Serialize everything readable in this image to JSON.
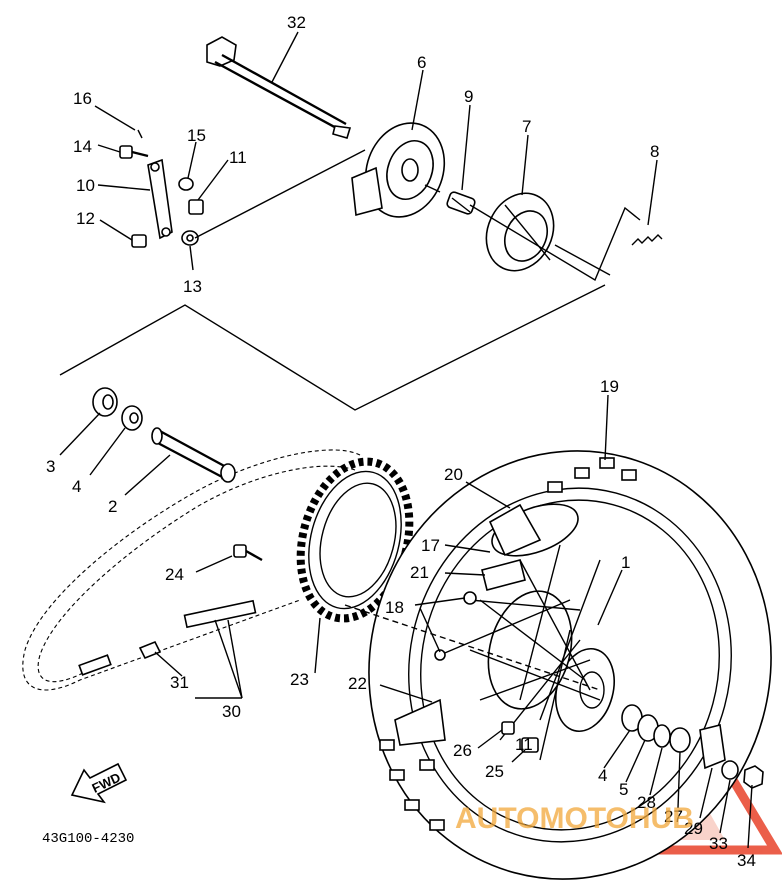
{
  "diagram": {
    "part_numbers": {
      "p1": "1",
      "p2": "2",
      "p3": "3",
      "p4a": "4",
      "p4b": "4",
      "p5": "5",
      "p6": "6",
      "p7": "7",
      "p8": "8",
      "p9": "9",
      "p10": "10",
      "p11a": "11",
      "p11b": "11",
      "p12": "12",
      "p13": "13",
      "p14": "14",
      "p15": "15",
      "p16": "16",
      "p17": "17",
      "p18": "18",
      "p19": "19",
      "p20": "20",
      "p21": "21",
      "p22": "22",
      "p23": "23",
      "p24": "24",
      "p25": "25",
      "p26": "26",
      "p27": "27",
      "p28": "28",
      "p29": "29",
      "p30": "30",
      "p31": "31",
      "p32": "32",
      "p33": "33",
      "p34": "34"
    },
    "diagram_code": "43G100-4230",
    "direction_label": "FWD",
    "watermark": "AUTOMOTOHUB",
    "colors": {
      "line": "#000000",
      "watermark": "#e8432a",
      "watermark_fill": "#f4a08c"
    }
  }
}
